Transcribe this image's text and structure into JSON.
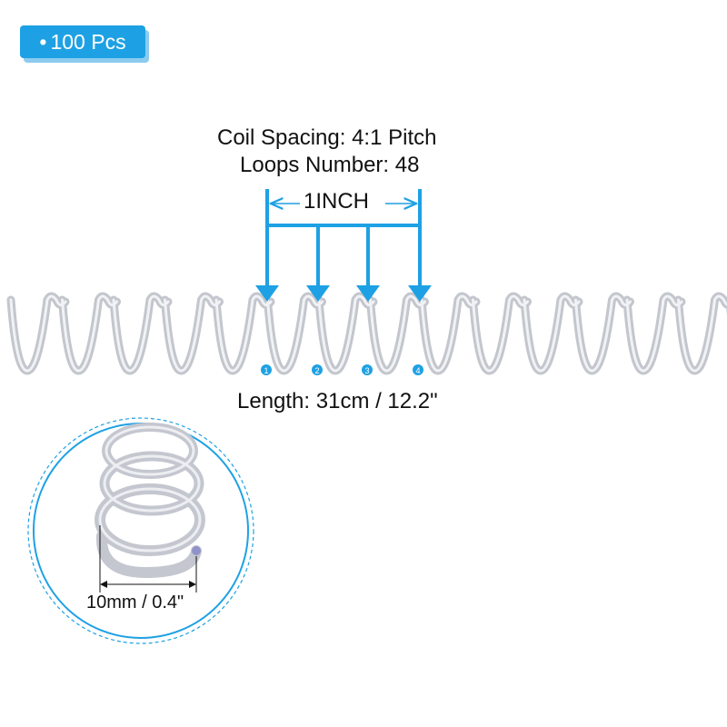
{
  "badge": {
    "bullet": "•",
    "text": "100 Pcs"
  },
  "specs": {
    "coil_spacing": "Coil Spacing: 4:1 Pitch",
    "loops_number": "Loops Number: 48",
    "pitch_unit": "1INCH",
    "length": "Length: 31cm / 12.2\"",
    "diameter": "10mm / 0.4\""
  },
  "markers": [
    "1",
    "2",
    "3",
    "4"
  ],
  "colors": {
    "accent": "#1ea1e4",
    "shadow": "#8ccbef",
    "coil": "#c9ccd3"
  }
}
